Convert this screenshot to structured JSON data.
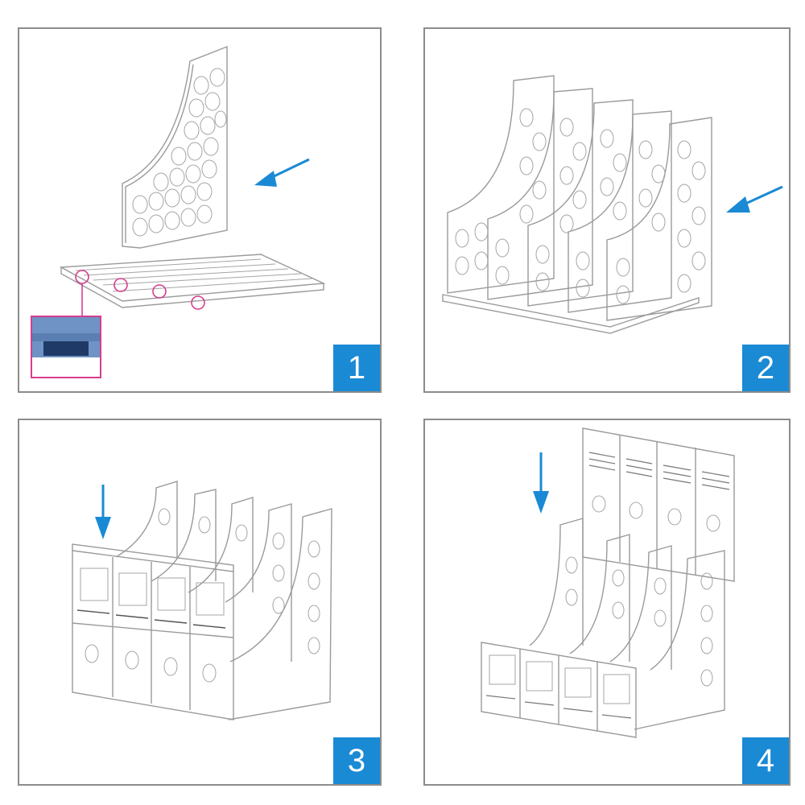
{
  "panels": [
    {
      "step": "1",
      "arrow": "left-diagonal",
      "callout": "magenta-circles"
    },
    {
      "step": "2",
      "arrow": "left-diagonal"
    },
    {
      "step": "3",
      "arrow": "down"
    },
    {
      "step": "4",
      "arrow": "down"
    }
  ],
  "colors": {
    "accent": "#1a8ad4",
    "callout": "#d63d8e",
    "line": "#8c8c8c"
  }
}
